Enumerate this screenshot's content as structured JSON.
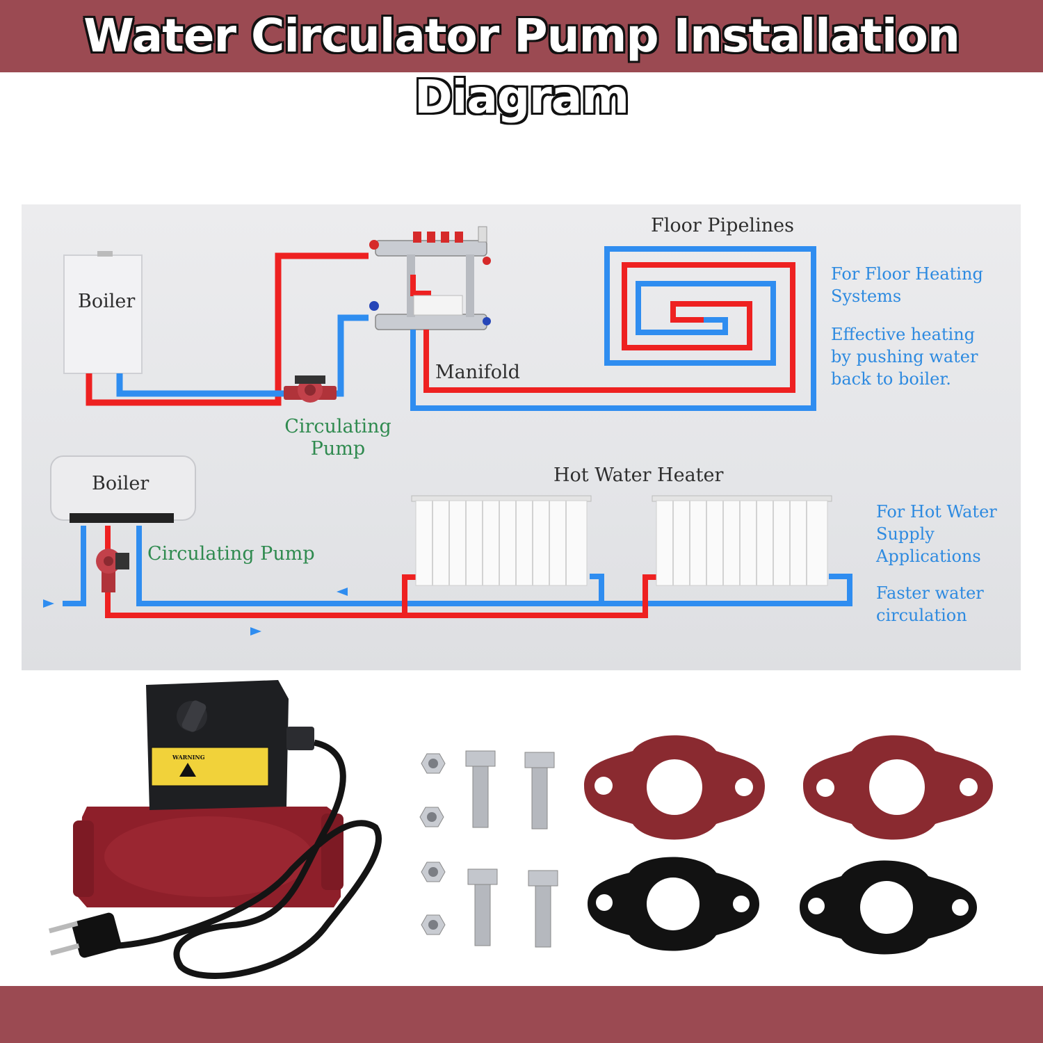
{
  "header": {
    "title": "Water Circulator Pump Installation Diagram"
  },
  "diagram": {
    "boiler_top": "Boiler",
    "boiler_bottom": "Boiler",
    "manifold": "Manifold",
    "floor_pipelines": "Floor Pipelines",
    "hot_water_heater": "Hot Water Heater",
    "circulating_pump_top": "Circulating\nPump",
    "circulating_pump_bottom": "Circulating Pump",
    "floor_heating_title": "For Floor Heating\nSystems",
    "floor_heating_desc": "Effective heating\nby pushing water\nback to boiler.",
    "hot_water_title": "For Hot Water\nSupply\nApplications",
    "hot_water_desc": "Faster water\ncirculation",
    "colors": {
      "hot_pipe": "#ee2121",
      "cold_pipe": "#2f8df0",
      "accent": "#9b4a52",
      "label_blue": "#2d8ae0",
      "label_green": "#2f8a4f"
    }
  },
  "product": {
    "warning_label": "WARNING",
    "items": [
      "circulator-pump",
      "power-cord",
      "hex-nut",
      "hex-bolt",
      "red-flange",
      "black-gasket"
    ]
  }
}
